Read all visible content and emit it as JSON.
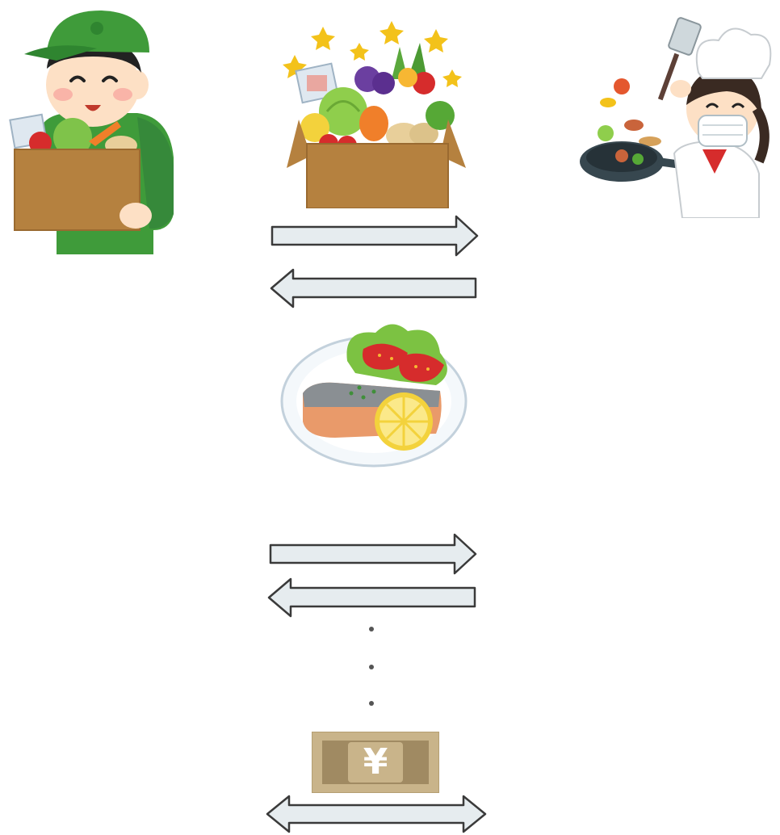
{
  "illustrations": {
    "farmer": "farmer-with-vegetable-box",
    "produce_box": "box-of-fresh-produce",
    "chef": "chef-cooking-with-pan",
    "dish": "grilled-fish-plate",
    "money": "yen-banknote"
  },
  "banknote": {
    "symbol": "¥"
  },
  "arrows": {
    "fill": "#e6ecef",
    "stroke": "#3a3a3a"
  }
}
